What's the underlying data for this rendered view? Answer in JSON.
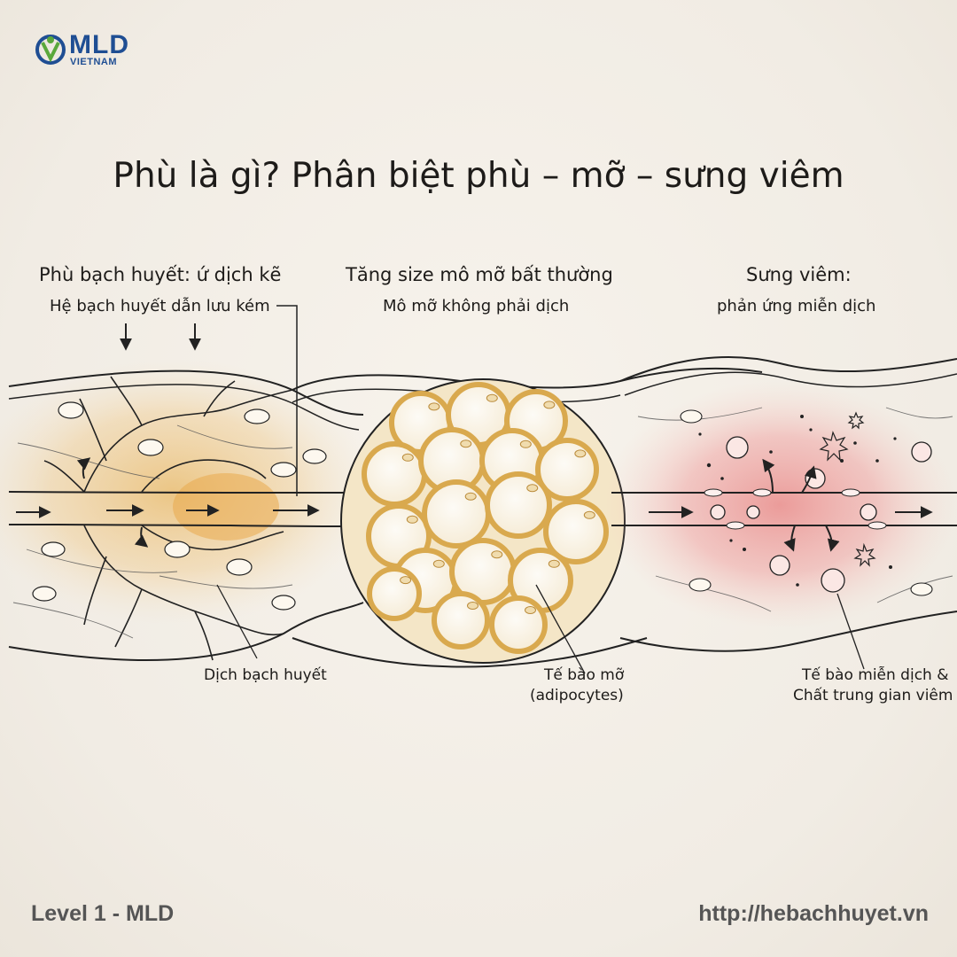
{
  "logo": {
    "text": "MLD",
    "subtext": "VIETNAM"
  },
  "title": "Phù là gì? Phân biệt phù – mỡ – sưng viêm",
  "panels": [
    {
      "heading": "Phù bạch huyết: ứ dịch kẽ",
      "subheading": "Hệ bạch huyết dẫn lưu kém",
      "callout": "Dịch bạch huyết"
    },
    {
      "heading": "Tăng size mô mỡ bất thường",
      "subheading": "Mô mỡ không phải dịch",
      "callout_line1": "Tế bào mỡ",
      "callout_line2": "(adipocytes)"
    },
    {
      "heading": "Sưng viêm:",
      "subheading": "phản ứng miễn dịch",
      "callout_line1": "Tế bào miễn dịch &",
      "callout_line2": "Chất trung gian viêm"
    }
  ],
  "footer": {
    "left": "Level 1 - MLD",
    "right": "http://hebachhuyet.vn"
  },
  "colors": {
    "brand_blue": "#1f4e93",
    "brand_green": "#5aa83b",
    "lymph_fluid": "#e9b864",
    "fat_cell": "#e8c47c",
    "inflammation": "#e88a8a"
  }
}
